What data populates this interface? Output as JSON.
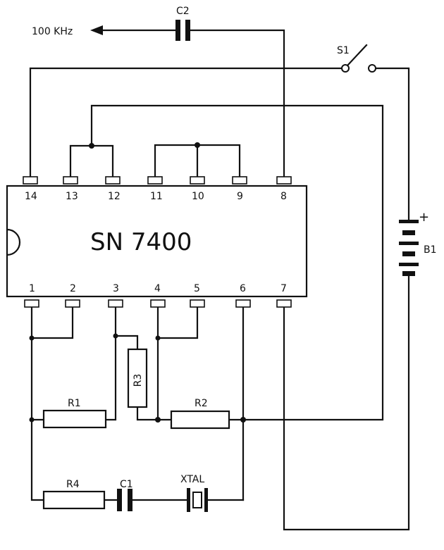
{
  "ic": {
    "name": "SN 7400"
  },
  "pins_top": [
    "14",
    "13",
    "12",
    "11",
    "10",
    "9",
    "8"
  ],
  "pins_bottom": [
    "1",
    "2",
    "3",
    "4",
    "5",
    "6",
    "7"
  ],
  "components": {
    "c2": "C2",
    "c1": "C1",
    "r1": "R1",
    "r2": "R2",
    "r3": "R3",
    "r4": "R4",
    "s1": "S1",
    "b1": "B1",
    "xtal": "XTAL",
    "battery_plus": "+"
  },
  "output": {
    "label": "100 KHz"
  }
}
